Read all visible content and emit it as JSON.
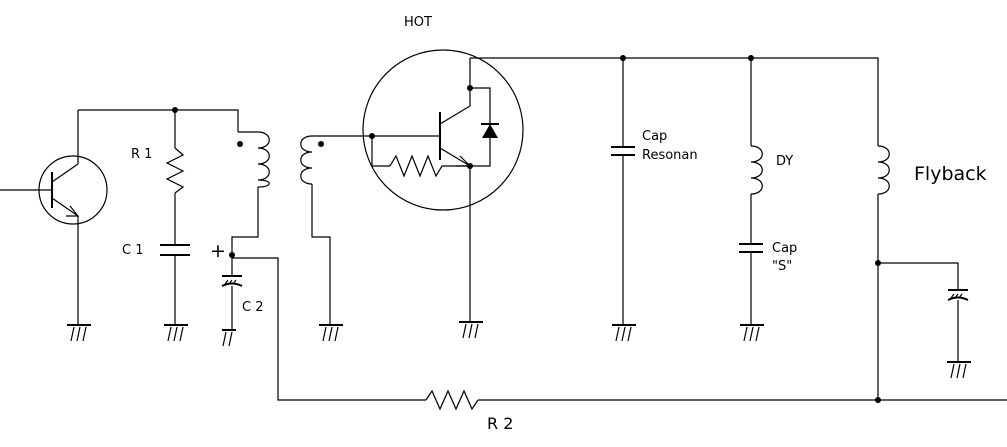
{
  "labels": {
    "hot": "HOT",
    "r1": "R 1",
    "c1": "C 1",
    "c2": "C 2",
    "plus": "+",
    "cap_resonan_line1": "Cap",
    "cap_resonan_line2": "Resonan",
    "dy": "DY",
    "cap_s_line1": "Cap",
    "cap_s_line2": "\"S\"",
    "flyback": "Flyback",
    "r2": "R 2"
  }
}
